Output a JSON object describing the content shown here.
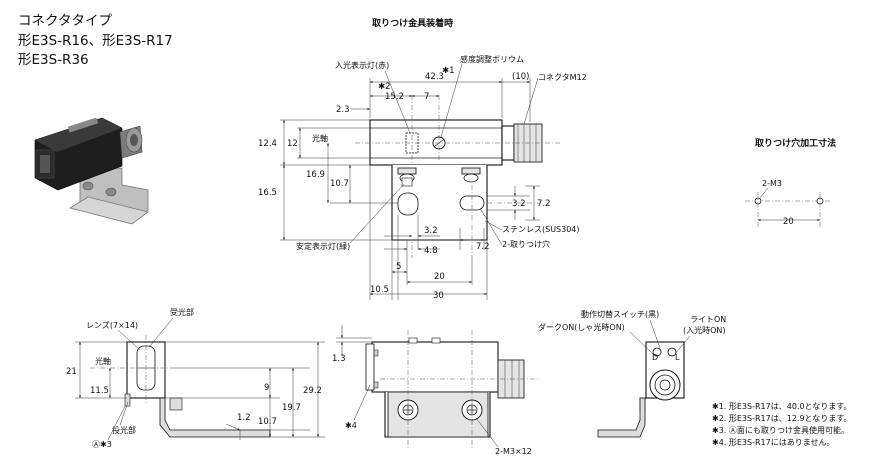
{
  "model": {
    "type_line": "コネクタタイプ",
    "model_line1": "形E3S-R16、形E3S-R17",
    "model_line2": "形E3S-R36"
  },
  "headings": {
    "mounted": "取りつけ金具装着時",
    "hole": "取りつけ穴加工寸法"
  },
  "labels": {
    "incident_lamp": "入光表示灯(赤)",
    "sensitivity": "感度調整ボリウム",
    "connector": "コネクタM12",
    "optical_axis": "光軸",
    "stable_lamp": "安定表示灯(緑)",
    "stainless": "ステンレス(SUS304)",
    "mount_holes": "2-取りつけ穴",
    "hole_m3": "2-M3",
    "lens": "レンズ(7×14)",
    "receiver": "受光部",
    "emitter": "投光部",
    "face_a": "Ⓐ✱3",
    "op_switch": "動作切替スイッチ(黒)",
    "dark_on": "ダークON(しゃ光時ON)",
    "light_on": "ライトON",
    "light_on_sub": "(入光時ON)",
    "m3x12": "2-M3×12",
    "star4": "✱4",
    "d": "D",
    "l": "L"
  },
  "dims": {
    "d42_3": "42.3",
    "star1": "✱1",
    "d15_2": "15.2",
    "star2": "✱2",
    "d7": "7",
    "d10": "(10)",
    "d2_3": "2.3",
    "d12_4": "12.4",
    "d12": "12",
    "d16_9": "16.9",
    "d10_7": "10.7",
    "d16_5": "16.5",
    "d3_2": "3.2",
    "d7_2": "7.2",
    "d3_2b": "3.2",
    "d4_8": "4.8",
    "d7_2b": "7.2",
    "d5": "5",
    "d20": "20",
    "d10_5": "10.5",
    "d30": "30",
    "hole20": "20",
    "d21": "21",
    "d11_5": "11.5",
    "d9": "9",
    "d1_2": "1.2",
    "d10_7b": "10.7",
    "d19_7": "19.7",
    "d29_2": "29.2",
    "d1_3": "1.3"
  },
  "notes": [
    "✱1. 形E3S-R17は、40.0となります。",
    "✱2. 形E3S-R17は、12.9となります。",
    "✱3. Ⓐ面にも取りつけ金具使用可能。",
    "✱4. 形E3S-R17にはありません。"
  ]
}
